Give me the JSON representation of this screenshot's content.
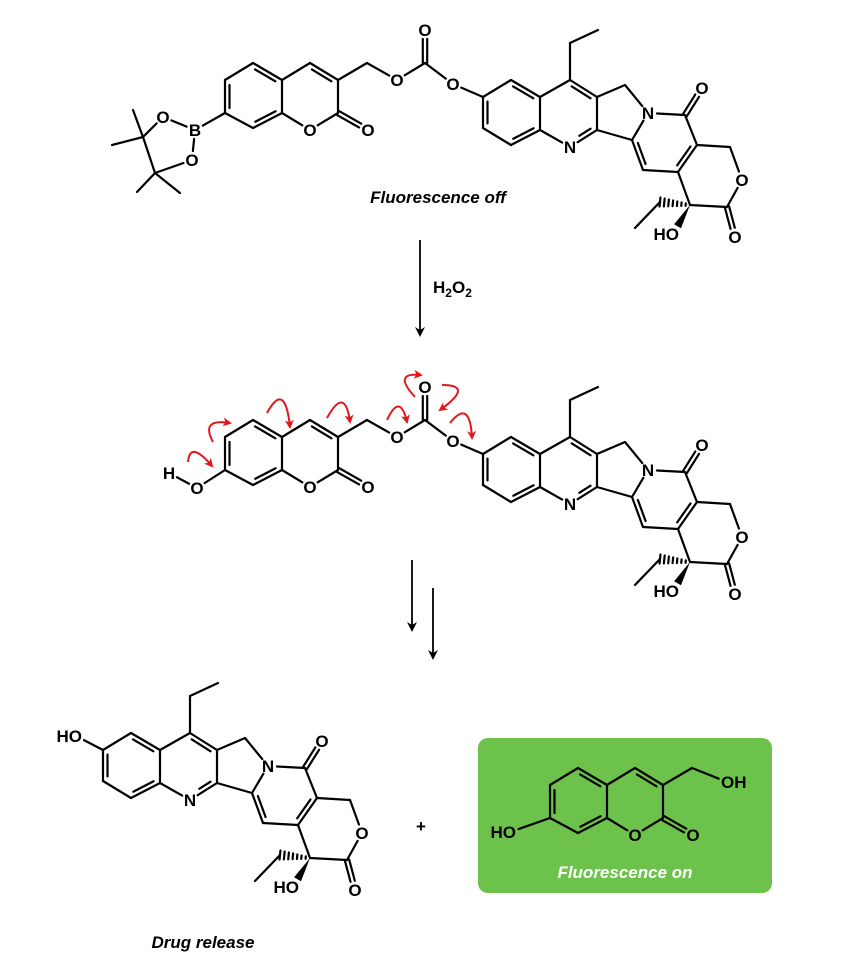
{
  "labels": {
    "O": "O",
    "N": "N",
    "B": "B",
    "H": "H",
    "HO": "HO",
    "OH": "OH"
  },
  "captions": {
    "fluorescence_off": "Fluorescence off",
    "reagent": {
      "h": "H",
      "sub1": "2",
      "o": "O",
      "sub2": "2"
    },
    "plus": "+",
    "fluorescence_on": "Fluorescence on",
    "drug_release": "Drug release"
  },
  "colors": {
    "electron_arrow": "#e3161b",
    "fluorescence_box": "#6cc24a",
    "bond": "#000000"
  }
}
